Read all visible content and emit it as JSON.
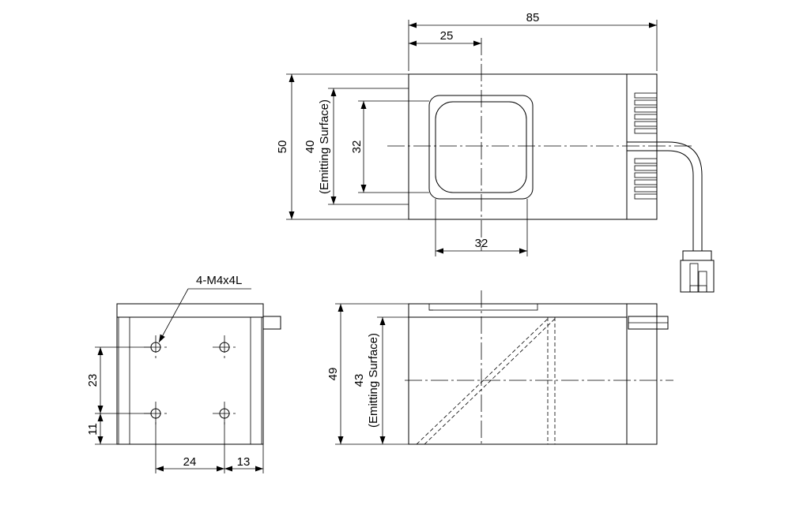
{
  "dimensions": {
    "top_width": "85",
    "top_offset": "25",
    "top_height": "50",
    "emitting_height_value": "40",
    "emitting_label": "(Emitting Surface)",
    "window_height": "32",
    "window_width": "32",
    "hole_label": "4-M4x4L",
    "hole_pitch_vertical": "23",
    "hole_offset_bottom": "11",
    "hole_pitch_horizontal": "24",
    "hole_offset_right": "13",
    "side_height": "49",
    "side_emitting_value": "43"
  }
}
